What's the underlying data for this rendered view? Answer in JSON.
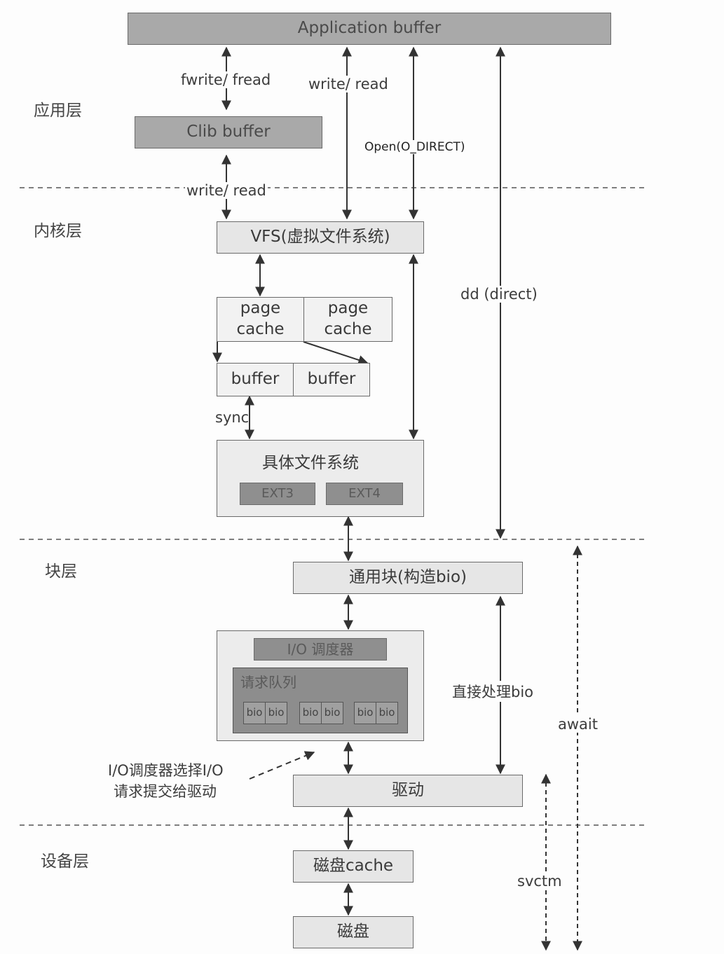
{
  "layers": {
    "app": "应用层",
    "kernel": "内核层",
    "block": "块层",
    "device": "设备层"
  },
  "boxes": {
    "application_buffer": "Application buffer",
    "clib_buffer": "Clib buffer",
    "vfs": "VFS(虚拟文件系统)",
    "page_cache_1": "page\ncache",
    "page_cache_2": "page\ncache",
    "buffer_1": "buffer",
    "buffer_2": "buffer",
    "concrete_fs": "具体文件系统",
    "ext3": "EXT3",
    "ext4": "EXT4",
    "generic_block": "通用块(构造bio)",
    "io_scheduler": "I/O 调度器",
    "request_queue": "请求队列",
    "bio": "bio",
    "driver": "驱动",
    "disk_cache": "磁盘cache",
    "disk": "磁盘"
  },
  "labels": {
    "fwrite_fread": "fwrite/ fread",
    "write_read_1": "write/ read",
    "open_odirect": "Open(O_DIRECT)",
    "write_read_2": "write/ read",
    "dd_direct": "dd (direct)",
    "sync": "sync",
    "direct_bio": "直接处理bio",
    "await": "await",
    "svctm": "svctm",
    "scheduler_note_1": "I/O调度器选择I/O",
    "scheduler_note_2": "请求提交给驱动"
  }
}
